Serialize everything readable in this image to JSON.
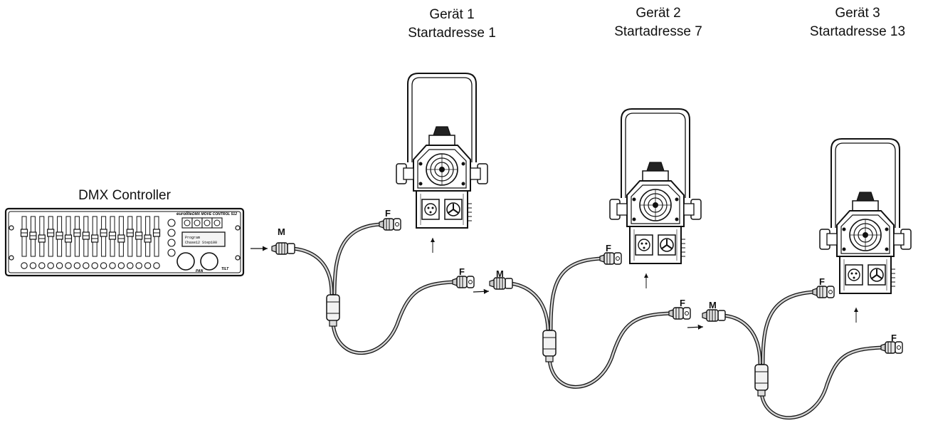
{
  "controller": {
    "label": "DMX Controller",
    "brand": "eurolite",
    "model": "DMX MOVE CONTROL 512",
    "display_line1": "Program",
    "display_line2": "Chase12 Step100",
    "knob_pan": "PAN",
    "knob_tilt": "TILT"
  },
  "devices": [
    {
      "name": "Gerät 1",
      "address": "Startadresse 1"
    },
    {
      "name": "Gerät 2",
      "address": "Startadresse 7"
    },
    {
      "name": "Gerät 3",
      "address": "Startadresse 13"
    }
  ],
  "connectors": {
    "male": "M",
    "female": "F"
  },
  "colors": {
    "line": "#111111",
    "cable": "#d0d0d0",
    "panel": "#f4f4f4"
  }
}
